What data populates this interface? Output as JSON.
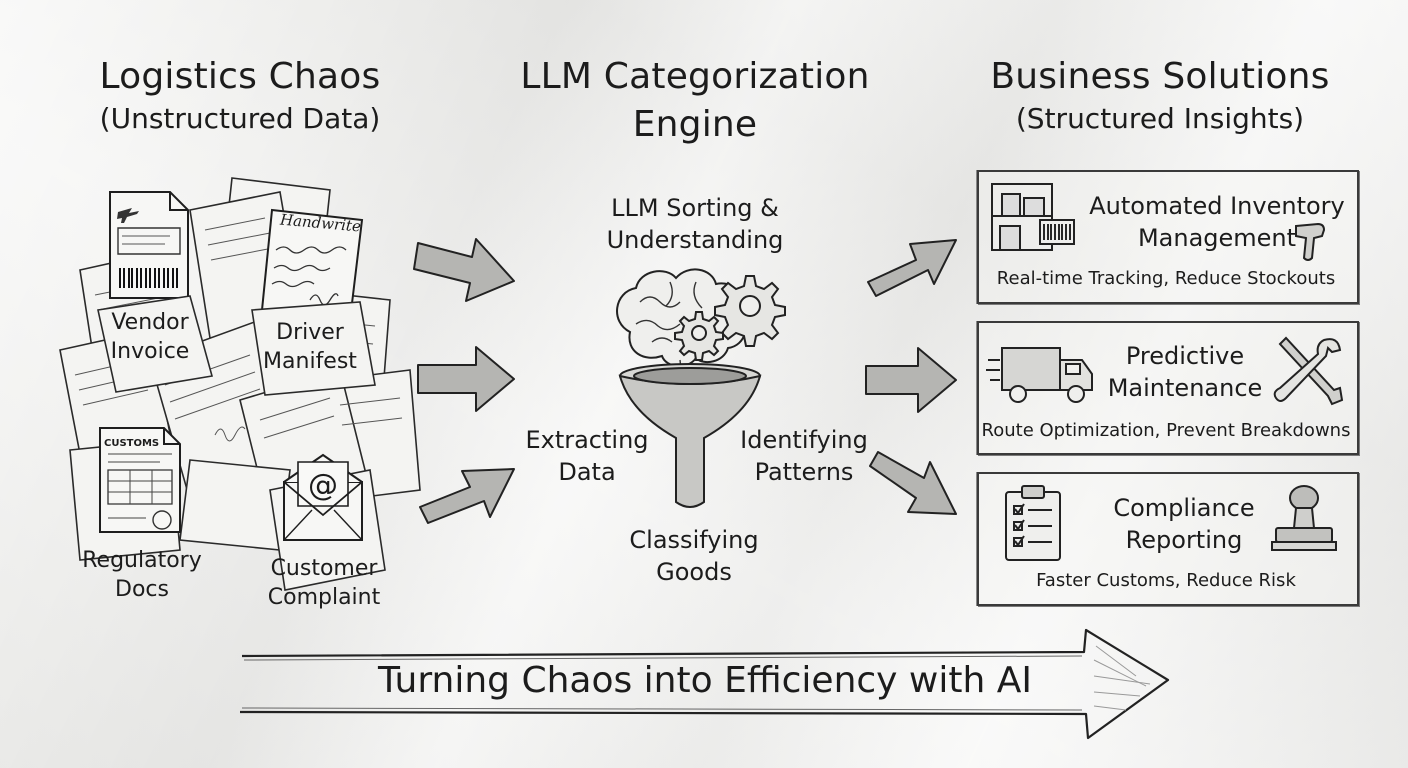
{
  "left": {
    "title": "Logistics Chaos",
    "subtitle": "(Unstructured Data)",
    "items": {
      "vendor_invoice": "Vendor Invoice",
      "driver_manifest": "Driver Manifest",
      "regulatory_docs": "Regulatory Docs",
      "customer_complaint": "Customer Complaint"
    },
    "handwrite_note": "Handwrite",
    "customs_label": "CUSTOMS"
  },
  "center": {
    "title_line1": "LLM Categorization",
    "title_line2": "Engine",
    "sorting_line1": "LLM Sorting &",
    "sorting_line2": "Understanding",
    "extracting_line1": "Extracting",
    "extracting_line2": "Data",
    "identifying_line1": "Identifying",
    "identifying_line2": "Patterns",
    "classifying_line1": "Classifying",
    "classifying_line2": "Goods"
  },
  "right": {
    "title": "Business Solutions",
    "subtitle": "(Structured Insights)",
    "panels": [
      {
        "title_line1": "Automated Inventory",
        "title_line2": "Management",
        "desc": "Real-time Tracking, Reduce Stockouts"
      },
      {
        "title_line1": "Predictive",
        "title_line2": "Maintenance",
        "desc": "Route Optimization, Prevent Breakdowns"
      },
      {
        "title_line1": "Compliance",
        "title_line2": "Reporting",
        "desc": "Faster Customs, Reduce Risk"
      }
    ]
  },
  "banner": "Turning Chaos into Efficiency with AI",
  "colors": {
    "ink": "#1c1c1c",
    "paper": "#efefed",
    "arrow_fill": "#b5b5b2"
  }
}
